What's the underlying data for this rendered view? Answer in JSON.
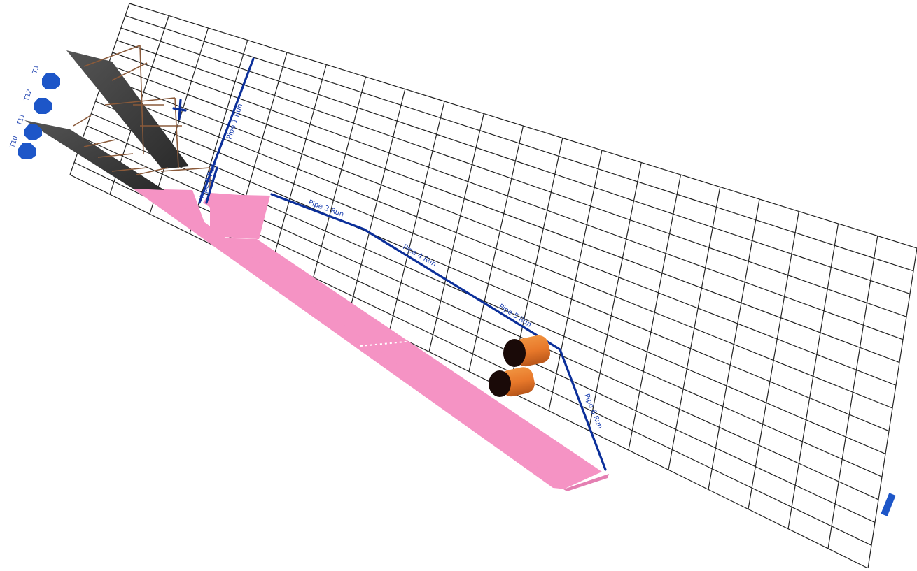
{
  "scene": {
    "background": "#ffffff",
    "grid_color": "#222222",
    "pipe_color": "#0b2f9a",
    "slab_color": "#f593c4",
    "panel_color": "#3a3a3a",
    "tank_color": "#e8782a",
    "marker_color": "#1d56c8"
  },
  "axis_markers": [
    {
      "label": "T10",
      "icon": "blue-octagon-marker"
    },
    {
      "label": "T11",
      "icon": "blue-octagon-marker"
    },
    {
      "label": "T12",
      "icon": "blue-octagon-marker"
    },
    {
      "label": "T3",
      "icon": "blue-octagon-marker"
    }
  ],
  "pipe_segments": [
    {
      "label": "Pipe 1 Run"
    },
    {
      "label": "Pipe 2 Run"
    },
    {
      "label": "Pipe 3 Run"
    },
    {
      "label": "Pipe 4 Run"
    },
    {
      "label": "Pipe 5 Run"
    },
    {
      "label": "Pipe 6 Run"
    }
  ],
  "tanks": [
    {
      "name": "tank-upper"
    },
    {
      "name": "tank-lower"
    }
  ]
}
